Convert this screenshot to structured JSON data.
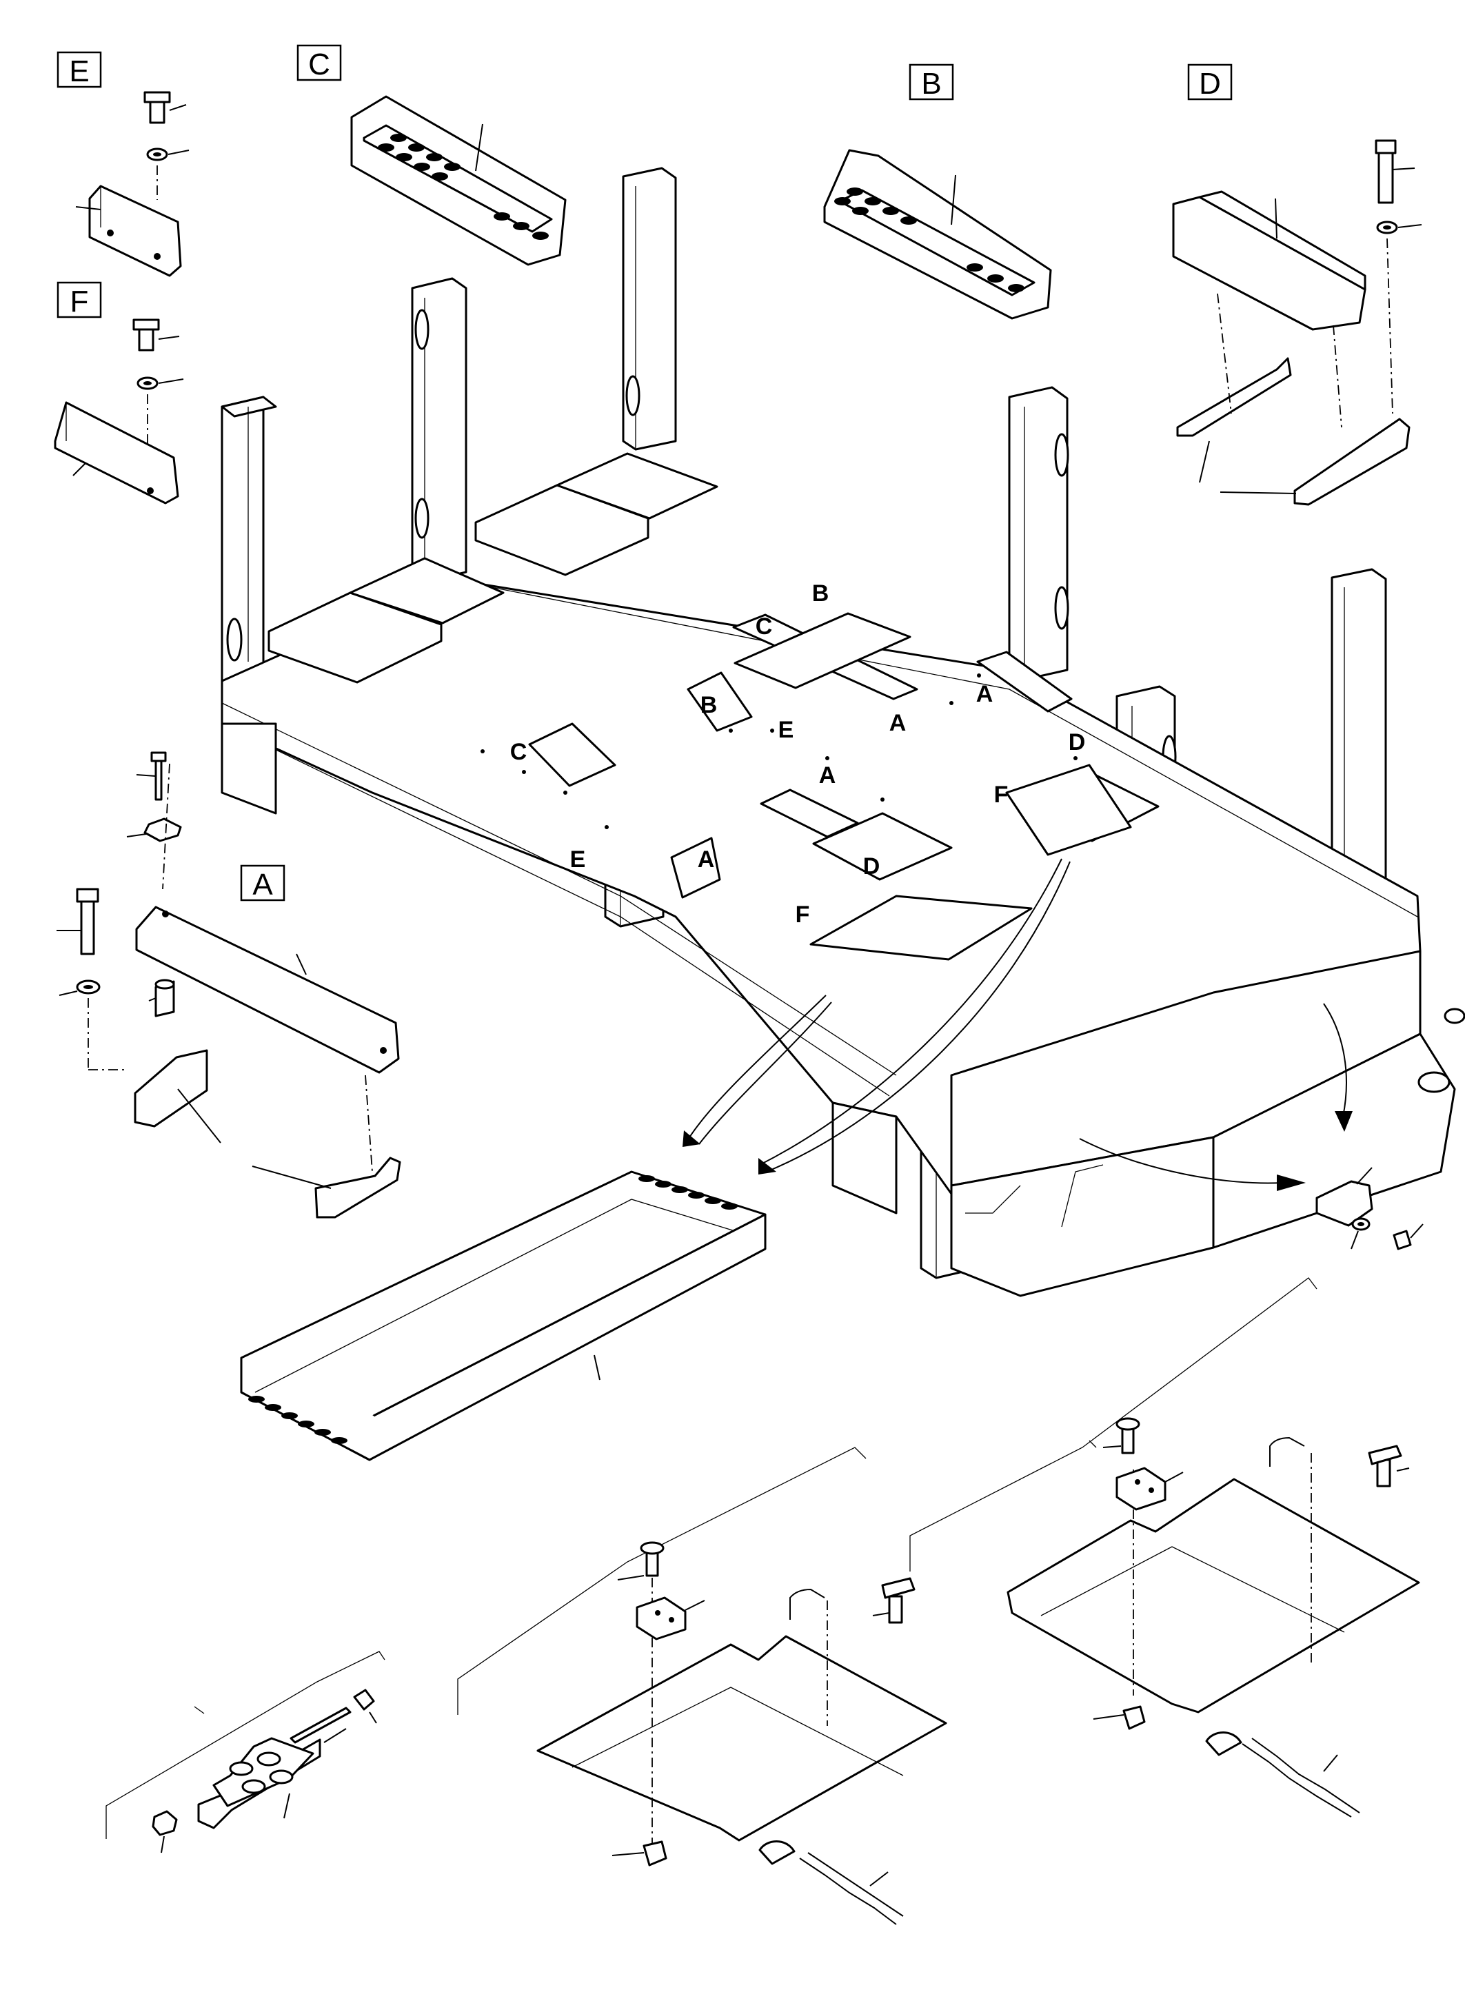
{
  "detail_boxes": [
    {
      "key": "E",
      "label": "E"
    },
    {
      "key": "C",
      "label": "C"
    },
    {
      "key": "B",
      "label": "B"
    },
    {
      "key": "D",
      "label": "D"
    },
    {
      "key": "F",
      "label": "F"
    },
    {
      "key": "A",
      "label": "A"
    }
  ],
  "location_markers": [
    {
      "label": "B"
    },
    {
      "label": "C"
    },
    {
      "label": "A"
    },
    {
      "label": "B"
    },
    {
      "label": "E"
    },
    {
      "label": "A"
    },
    {
      "label": "D"
    },
    {
      "label": "C"
    },
    {
      "label": "A"
    },
    {
      "label": "F"
    },
    {
      "label": "E"
    },
    {
      "label": "A"
    },
    {
      "label": "D"
    },
    {
      "label": "F"
    }
  ],
  "colors": {
    "line": "#000000",
    "background": "#ffffff"
  }
}
